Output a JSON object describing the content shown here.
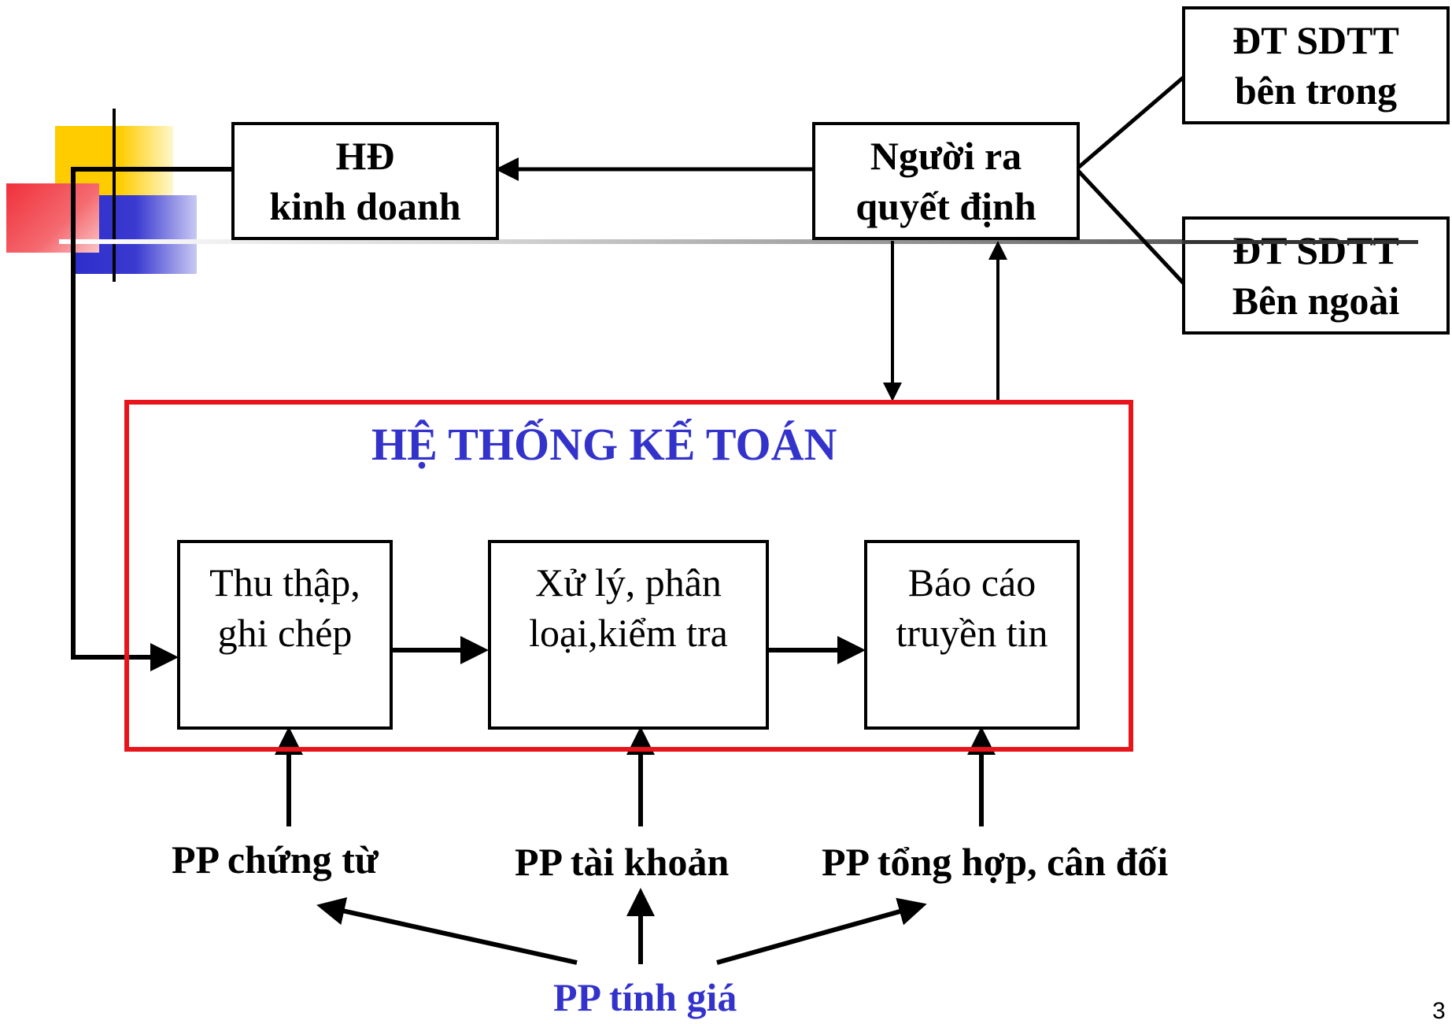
{
  "diagram": {
    "nodes": {
      "hd_kinh_doanh": {
        "lines": [
          "HĐ",
          "kinh doanh"
        ]
      },
      "nguoi_ra_quyet_dinh": {
        "lines": [
          "Người ra",
          "quyết định"
        ]
      },
      "dt_sdtt_ben_trong": {
        "lines": [
          "ĐT SDTT",
          "bên trong"
        ]
      },
      "dt_sdtt_ben_ngoai": {
        "lines": [
          "ĐT SDTT",
          "Bên ngoài"
        ]
      },
      "thu_thap": {
        "lines": [
          "Thu thập,",
          "ghi chép"
        ]
      },
      "xu_ly": {
        "lines": [
          "Xử lý, phân",
          "loại,kiểm tra"
        ]
      },
      "bao_cao": {
        "lines": [
          "Báo cáo",
          "truyền tin"
        ]
      }
    },
    "system_title": "HỆ THỐNG KẾ TOÁN",
    "methods": {
      "chung_tu": "PP chứng từ",
      "tai_khoan": "PP tài khoản",
      "tong_hop": "PP tổng hợp, cân đối",
      "tinh_gia": "PP tính giá"
    },
    "page_number": "3"
  },
  "colors": {
    "frame_red": "#e8141b",
    "title_blue": "#3333cc",
    "deco_yellow": "#ffcc00",
    "deco_red": "#f0303a",
    "deco_blue": "#3333cc"
  }
}
